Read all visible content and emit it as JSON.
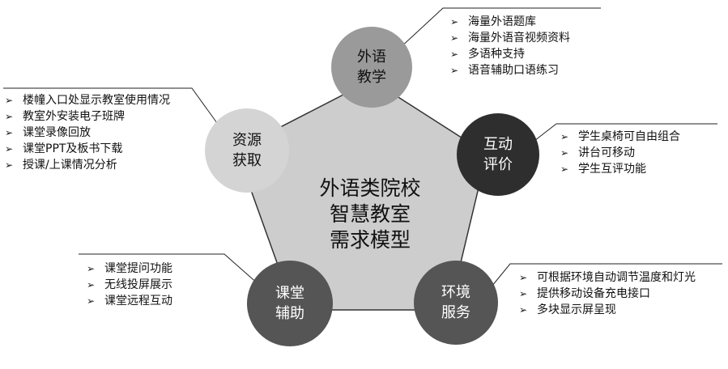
{
  "center": {
    "lines": [
      "外语类院校",
      "智慧教室",
      "需求模型"
    ]
  },
  "nodes": {
    "teaching": {
      "lines": [
        "外语",
        "教学"
      ],
      "color": "#9a9a9a",
      "text_color": "#111111"
    },
    "evaluation": {
      "lines": [
        "互动",
        "评价"
      ],
      "color": "#2e2e2e",
      "text_color": "#ffffff"
    },
    "environment": {
      "lines": [
        "环境",
        "服务"
      ],
      "color": "#555555",
      "text_color": "#ffffff"
    },
    "assistance": {
      "lines": [
        "课堂",
        "辅助"
      ],
      "color": "#555555",
      "text_color": "#ffffff"
    },
    "resources": {
      "lines": [
        "资源",
        "获取"
      ],
      "color": "#d4d4d4",
      "text_color": "#111111"
    }
  },
  "lists": {
    "teaching": [
      "海量外语题库",
      "海量外语音视频资料",
      "多语种支持",
      "语音辅助口语练习"
    ],
    "evaluation": [
      "学生桌椅可自由组合",
      "讲台可移动",
      "学生互评功能"
    ],
    "environment": [
      "可根据环境自动调节温度和灯光",
      "提供移动设备充电接口",
      "多块显示屏呈现"
    ],
    "assistance": [
      "课堂提问功能",
      "无线投屏展示",
      "课堂远程互动"
    ],
    "resources": [
      "楼幢入口处显示教室使用情况",
      "教室外安装电子班牌",
      "课堂录像回放",
      "课堂PPT及板书下载",
      "授课/上课情况分析"
    ]
  },
  "colors": {
    "pentagon_fill": "#cdcdcd",
    "pentagon_stroke": "#333333",
    "line": "#222222"
  }
}
